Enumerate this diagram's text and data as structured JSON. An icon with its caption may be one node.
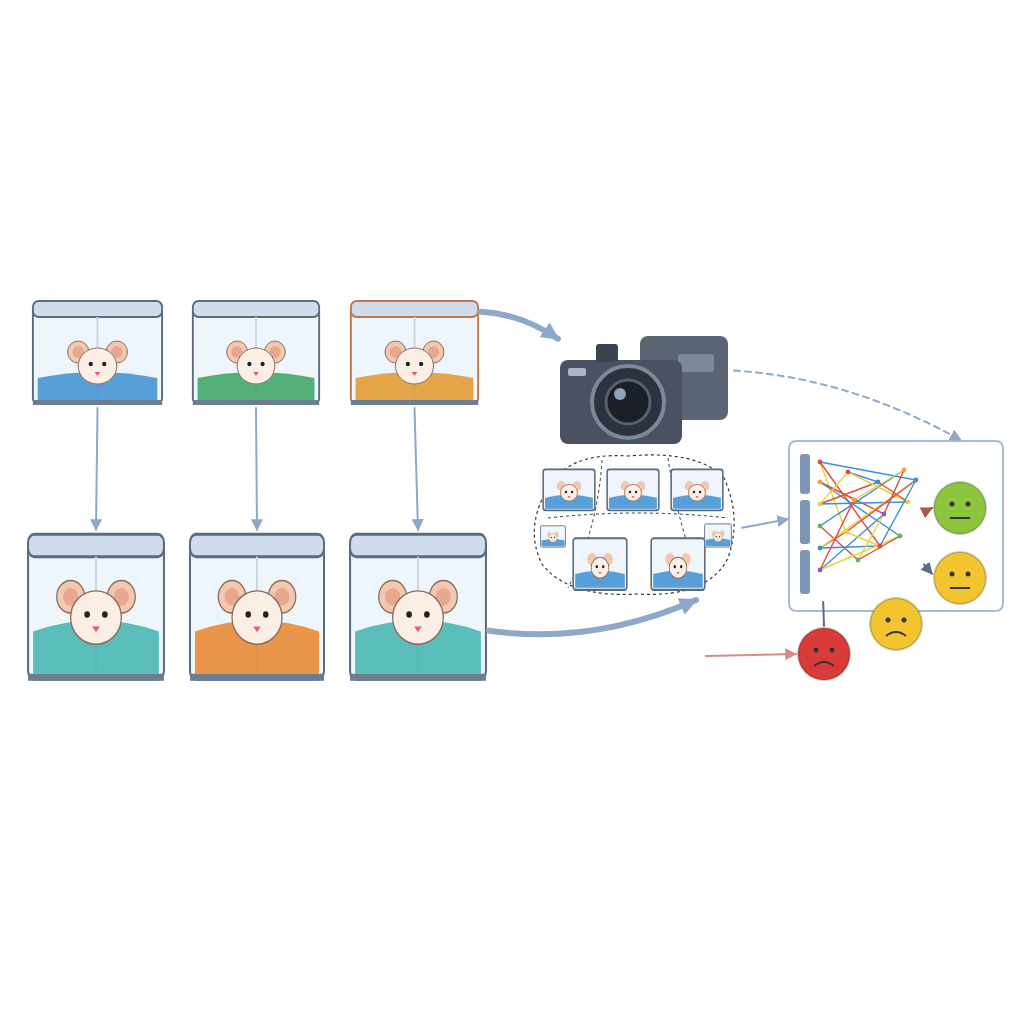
{
  "diagram": {
    "nodes": [
      {
        "text": [],
        "shape": "picture"
      },
      {
        "text": [],
        "shape": "picture"
      },
      {
        "text": [],
        "shape": "picture"
      },
      {
        "text": [],
        "shape": "picture"
      },
      {
        "text": [],
        "shape": "picture"
      },
      {
        "text": [],
        "shape": "picture"
      },
      {
        "text": [],
        "shape": "picture"
      },
      {
        "text": [],
        "shape": "picture"
      },
      {
        "text": [],
        "shape": "box"
      },
      {
        "text": [],
        "shape": "picture",
        "in": 8
      },
      {
        "text": [],
        "shape": "picture",
        "in": 8
      },
      {
        "text": [],
        "shape": "picture",
        "in": 8
      },
      {
        "text": [],
        "shape": "picture"
      },
      {
        "text": [],
        "shape": "picture"
      }
    ],
    "edges": [
      {
        "from": 0,
        "to": 3,
        "arrow": "to"
      },
      {
        "from": 1,
        "to": 4,
        "arrow": "to"
      },
      {
        "from": 2,
        "to": 5,
        "arrow": "to"
      },
      {
        "from": 2,
        "to": 6,
        "arrow": "to",
        "style": "thick"
      },
      {
        "from": 5,
        "to": 7,
        "arrow": "to",
        "style": "thick"
      },
      {
        "from": 6,
        "to": 8,
        "arrow": "to",
        "style": "dashed"
      },
      {
        "from": 7,
        "to": 8,
        "arrow": "to"
      },
      {
        "from": 9,
        "to": 10,
        "arrow": "to",
        "color": "#b5524a"
      },
      {
        "from": 9,
        "to": 11,
        "arrow": "to",
        "color": "#5a6b80"
      },
      {
        "from": 9,
        "to": 13,
        "arrow": "none",
        "color": "#5a6b80"
      },
      {
        "from": null,
        "to": 13,
        "arrow": "to",
        "color": "#d98a8a"
      }
    ]
  }
}
